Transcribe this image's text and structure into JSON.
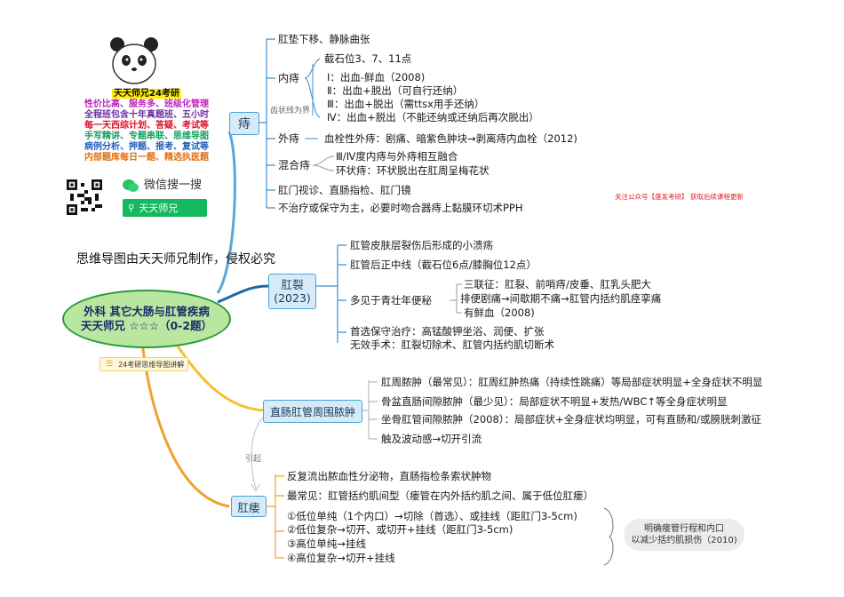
{
  "promo": {
    "title": "天天师兄24考研",
    "lines": [
      {
        "text": "性价比高、服务多、班级化管理",
        "color": "#c020c0"
      },
      {
        "text": "全程班包含十年真题班、五小时",
        "color": "#7030a0"
      },
      {
        "text": "每一天西综计划、答疑、考试等",
        "color": "#e0102a"
      },
      {
        "text": "手写精讲、专题串联、思维导图",
        "color": "#10a060"
      },
      {
        "text": "病例分析、押题、报考、复试等",
        "color": "#2060c0"
      },
      {
        "text": "内部题库每日一题、精选执医题",
        "color": "#e07010"
      }
    ],
    "wechat_label": "微信搜一搜",
    "search_text": "天天师兄"
  },
  "watermark": "思维导图由天天师兄制作，侵权必究",
  "top_right_note": "关注公众号【盛发考研】 获取后续课程更新",
  "center": {
    "line1": "外科 其它大肠与肛管疾病",
    "line2": "天天师兄 ☆☆☆（0-2题）"
  },
  "tag_label": "24考研思维导图讲解",
  "zhi": {
    "label": "痔",
    "sub_note": "齿状线为界",
    "item1": "肛垫下移、静脉曲张",
    "neizhi": {
      "label": "内痔",
      "items": [
        "截石位3、7、11点",
        "Ⅰ：出血-鲜血（2008)",
        "Ⅱ：出血+脱出（可自行还纳）",
        "Ⅲ：出血+脱出（需ttsx用手还纳）",
        "Ⅳ：出血+脱出（不能还纳或还纳后再次脱出）"
      ]
    },
    "waizhi": {
      "label": "外痔",
      "item": "血栓性外痔：剧痛、暗紫色肿块→剥离痔内血栓（2012)"
    },
    "hunhe": {
      "label": "混合痔",
      "items": [
        "Ⅲ/Ⅳ度内痔与外痔相互融合",
        "环状痔：环状脱出在肛周呈梅花状"
      ]
    },
    "item_exam": "肛门视诊、直肠指检、肛门镜",
    "item_treat": "不治疗或保守为主，必要时吻合器痔上黏膜环切术PPH"
  },
  "gaolie": {
    "label1": "肛裂",
    "label2": "(2023)",
    "item1": "肛管皮肤层裂伤后形成的小溃疡",
    "item2": "肛管后正中线（截石位6点/膝胸位12点）",
    "item3": "多见于青壮年便秘",
    "sub": [
      "三联征：肛裂、前哨痔/皮垂、肛乳头肥大",
      "排便剧痛→间歇期不痛→肛管内括约肌痉挛痛",
      "有鲜血（2008)"
    ],
    "item4": "首选保守治疗：高锰酸钾坐浴、润便、扩张",
    "item5": "无效手术：肛裂切除术、肛管内括约肌切断术"
  },
  "nongzhong": {
    "label": "直肠肛管周围脓肿",
    "items": [
      "肛周脓肿（最常见）：肛周红肿热痛（持续性跳痛）等局部症状明显+全身症状不明显",
      "骨盆直肠间隙脓肿（最少见）：局部症状不明显+发热/WBC↑等全身症状明显",
      "坐骨肛管间隙脓肿（2008）：局部症状+全身症状均明显，可有直肠和/或膀胱刺激征",
      "触及波动感→切开引流"
    ]
  },
  "yinqi_label": "引起",
  "gangloe": {
    "label": "肛瘘",
    "item1": "反复流出脓血性分泌物，直肠指检条索状肿物",
    "item2": "最常见：肛管括约肌间型（瘘管在内外括约肌之间、属于低位肛瘘）",
    "treat": [
      "①低位单纯（1个内口）→切除（首选）、或挂线（距肛门3-5cm)",
      "②低位复杂→切开、或切开+挂线（距肛门3-5cm)",
      "③高位单纯→挂线",
      "④高位复杂→切开+挂线"
    ],
    "note1": "明确瘘管行程和内口",
    "note2": "以减少括约肌损伤（2010)"
  }
}
